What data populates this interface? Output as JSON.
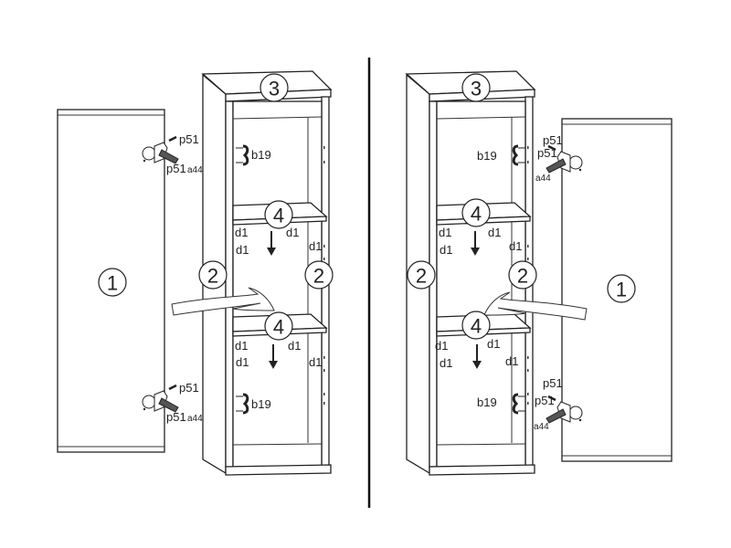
{
  "parts": {
    "door": "1",
    "side_panel": "2",
    "top_panel": "3",
    "shelf": "4"
  },
  "labels": {
    "hinge_screw": "p51",
    "hinge": "a44",
    "connector": "b19",
    "dowel": "d1"
  },
  "colors": {
    "line": "#222222",
    "background": "#ffffff"
  }
}
